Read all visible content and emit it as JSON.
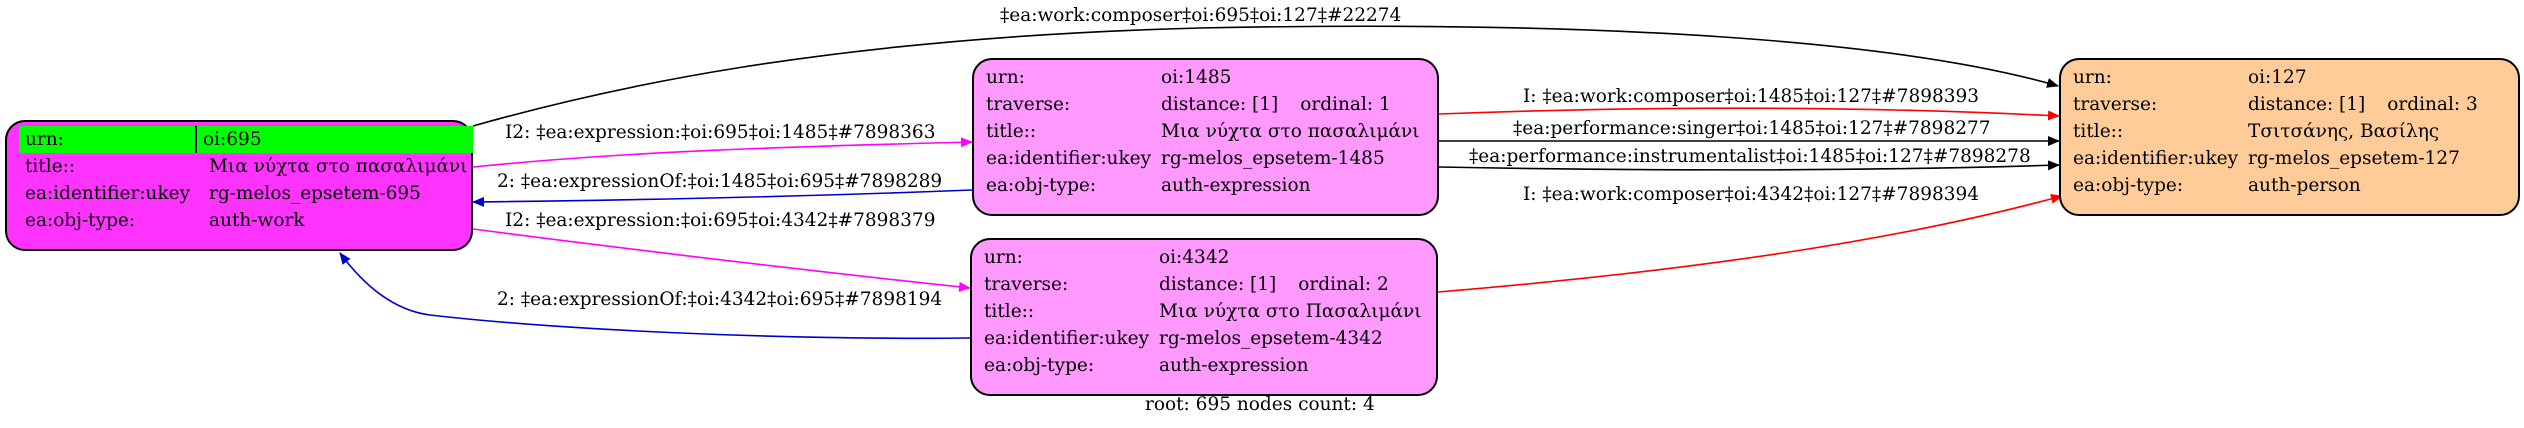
{
  "nodes": {
    "n695": {
      "rows": [
        {
          "k": "urn:",
          "v": "oi:695"
        },
        {
          "k": "title::",
          "v": "Μια νύχτα στο πασαλιμάνι"
        },
        {
          "k": "ea:identifier:ukey",
          "v": "rg-melos_epsetem-695"
        },
        {
          "k": "ea:obj-type:",
          "v": "auth-work"
        }
      ]
    },
    "n1485": {
      "rows": [
        {
          "k": "urn:",
          "v": "oi:1485"
        },
        {
          "k": "traverse:",
          "v": "distance: [1]",
          "v2": "ordinal: 1"
        },
        {
          "k": "title::",
          "v": "Μια νύχτα στο πασαλιμάνι"
        },
        {
          "k": "ea:identifier:ukey",
          "v": "rg-melos_epsetem-1485"
        },
        {
          "k": "ea:obj-type:",
          "v": "auth-expression"
        }
      ]
    },
    "n4342": {
      "rows": [
        {
          "k": "urn:",
          "v": "oi:4342"
        },
        {
          "k": "traverse:",
          "v": "distance: [1]",
          "v2": "ordinal: 2"
        },
        {
          "k": "title::",
          "v": "Μια νύχτα στο Πασαλιμάνι"
        },
        {
          "k": "ea:identifier:ukey",
          "v": "rg-melos_epsetem-4342"
        },
        {
          "k": "ea:obj-type:",
          "v": "auth-expression"
        }
      ]
    },
    "n127": {
      "rows": [
        {
          "k": "urn:",
          "v": "oi:127"
        },
        {
          "k": "traverse:",
          "v": "distance: [1]",
          "v2": "ordinal: 3"
        },
        {
          "k": "title::",
          "v": "Τσιτσάνης, Βασίλης"
        },
        {
          "k": "ea:identifier:ukey",
          "v": "rg-melos_epsetem-127"
        },
        {
          "k": "ea:obj-type:",
          "v": "auth-person"
        }
      ]
    }
  },
  "edges": {
    "e695_127": {
      "label": "‡ea:work:composer‡oi:695‡oi:127‡#22274",
      "color": "#000000"
    },
    "e695_1485": {
      "label": "I2: ‡ea:expression:‡oi:695‡oi:1485‡#7898363",
      "color": "#ff00ff"
    },
    "e1485_695": {
      "label": "2: ‡ea:expressionOf:‡oi:1485‡oi:695‡#7898289",
      "color": "#0000cc"
    },
    "e695_4342": {
      "label": "I2: ‡ea:expression:‡oi:695‡oi:4342‡#7898379",
      "color": "#ff00ff"
    },
    "e4342_695": {
      "label": "2: ‡ea:expressionOf:‡oi:4342‡oi:695‡#7898194",
      "color": "#0000cc"
    },
    "e1485_127_composer": {
      "label": "I: ‡ea:work:composer‡oi:1485‡oi:127‡#7898393",
      "color": "#ff0000"
    },
    "e1485_127_singer": {
      "label": "‡ea:performance:singer‡oi:1485‡oi:127‡#7898277",
      "color": "#000000"
    },
    "e1485_127_instr": {
      "label": "‡ea:performance:instrumentalist‡oi:1485‡oi:127‡#7898278",
      "color": "#000000"
    },
    "e4342_127_composer": {
      "label": "I: ‡ea:work:composer‡oi:4342‡oi:127‡#7898394",
      "color": "#ff0000"
    }
  },
  "footer": "root: 695 nodes count: 4"
}
